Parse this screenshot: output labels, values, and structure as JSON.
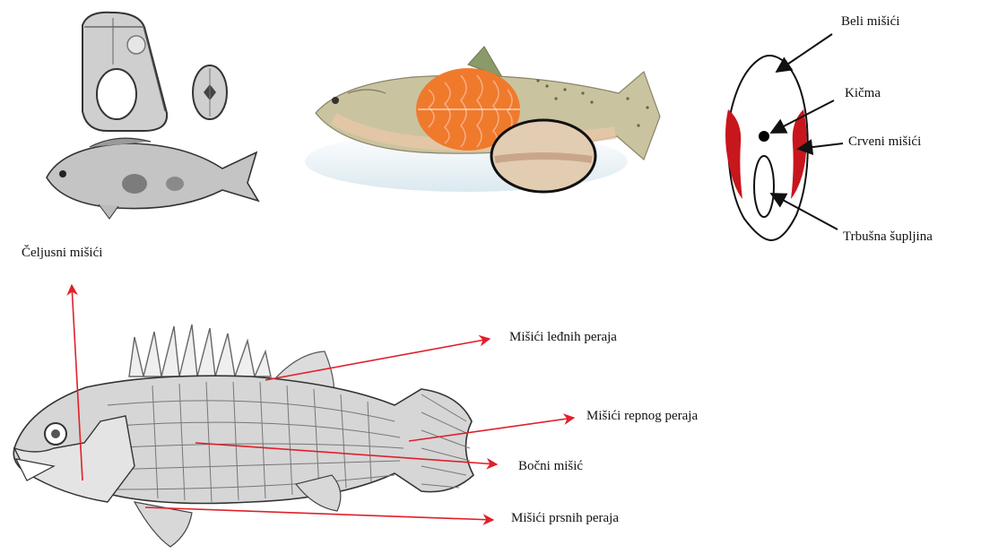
{
  "cross_section": {
    "labels": {
      "white_muscle": "Beli mišići",
      "spine": "Kičma",
      "red_muscle": "Crveni mišići",
      "body_cavity": "Trbušna šupljina"
    },
    "colors": {
      "red_muscle": "#c8161d",
      "spine": "#000000"
    }
  },
  "perch": {
    "labels": {
      "jaw_muscles": "Čeljusni mišići",
      "dorsal_fin_muscles": "Mišići leđnih peraja",
      "caudal_fin_muscles": "Mišići repnog peraja",
      "lateral_muscle": "Bočni mišić",
      "pectoral_fin_muscles": "Mišići prsnih peraja"
    },
    "colors": {
      "arrow": "#e0202a"
    }
  },
  "trout": {
    "colors": {
      "muscle": "#f07a2c",
      "body": "#c9c3a0",
      "belly": "#e8c7a8"
    }
  }
}
